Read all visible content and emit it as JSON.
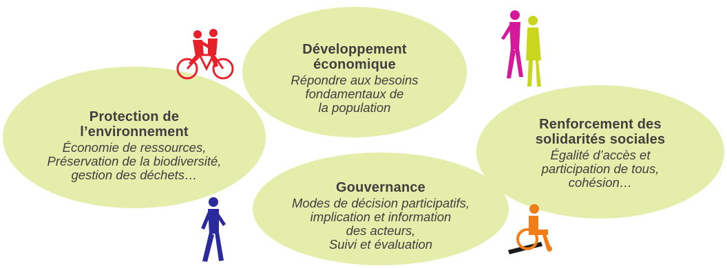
{
  "diagram": {
    "economic": {
      "title": "Développement\néconomique",
      "description": "Répondre aux besoins\nfondamentaux de\nla population"
    },
    "environment": {
      "title": "Protection de\nl’environnement",
      "description": "Économie de ressources,\nPréservation de la biodiversité,\ngestion des déchets…"
    },
    "social": {
      "title": "Renforcement des\nsolidarités sociales",
      "description": "Égalité d’accès et\nparticipation de tous,\ncohésion…"
    },
    "governance": {
      "title": "Gouvernance",
      "description": "Modes de décision participatifs,\nimplication et information\ndes acteurs,\nSuivi et évaluation"
    }
  },
  "colors": {
    "ellipse_fill": "#e4edaa",
    "text": "#3f3f3f",
    "tandem": "#e8202a",
    "walker_magenta": "#d6189a",
    "walker_lime": "#c8d61e",
    "walker_blue": "#2a2a9c",
    "wheelchair": "#f07d1a"
  },
  "icons": [
    "tandem-bicycle-icon",
    "walking-couple-icon",
    "walking-person-icon",
    "wheelchair-user-icon"
  ]
}
